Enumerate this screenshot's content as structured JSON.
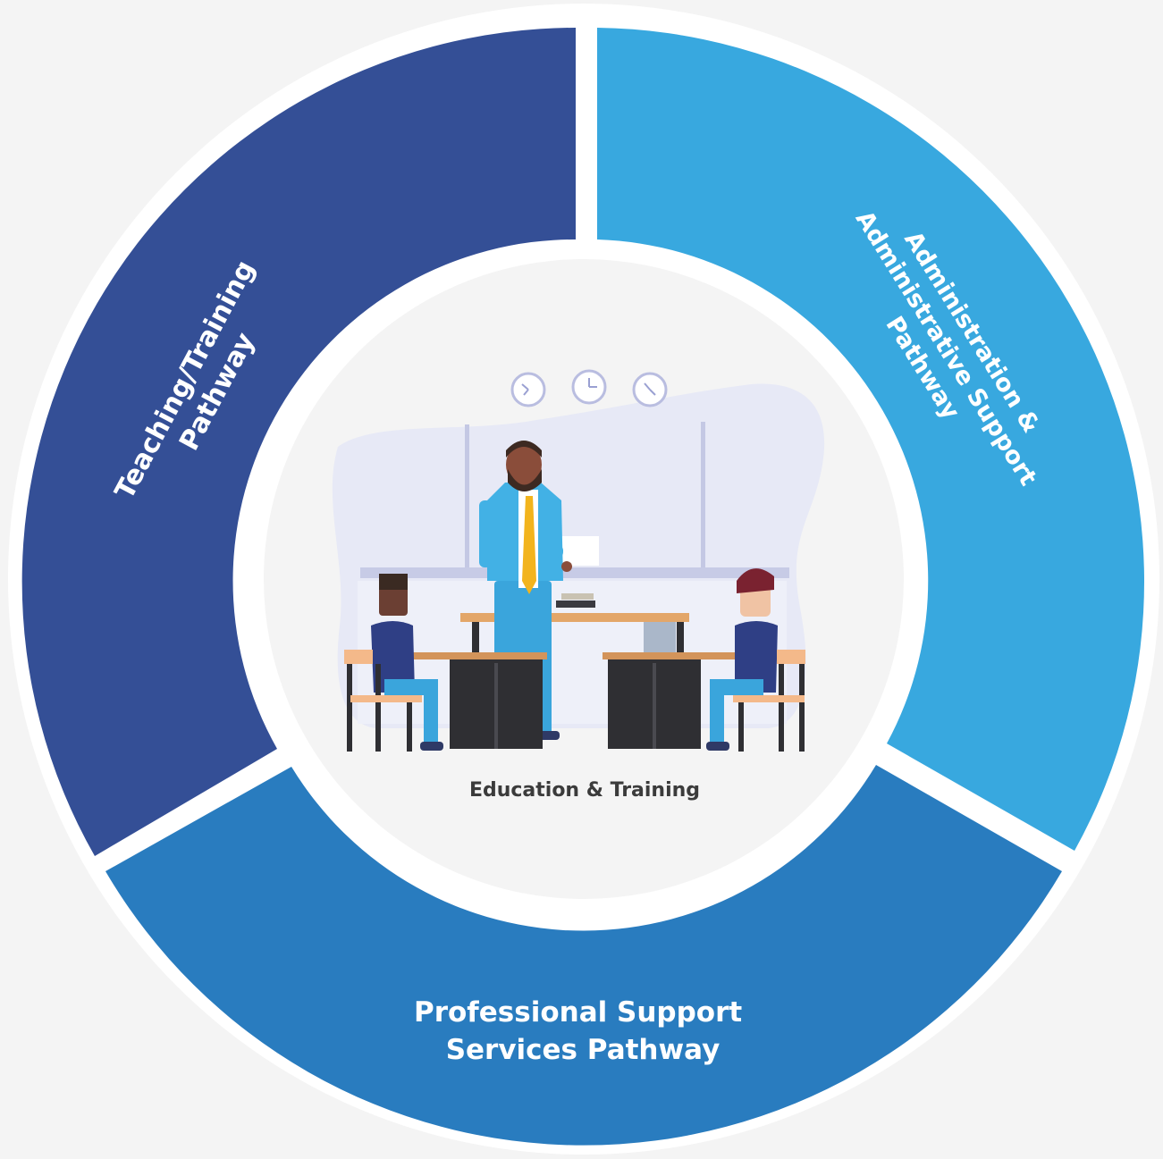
{
  "segments": [
    {
      "id": "teaching",
      "lines": [
        "Teaching/Training",
        "Pathway"
      ],
      "color": "#344f96"
    },
    {
      "id": "administration",
      "lines": [
        "Administration &",
        "Administrative Support",
        "Pathway"
      ],
      "color": "#38a8df"
    },
    {
      "id": "professional",
      "lines": [
        "Professional Support",
        "Services Pathway"
      ],
      "color": "#297cbf"
    }
  ],
  "center": {
    "title": "Education & Training",
    "illustration": "classroom-teacher-students-illustration"
  },
  "colors": {
    "background": "#f4f4f4",
    "ring_border": "#ffffff",
    "center_fill": "#f4f4f4",
    "title_text": "#3b3b3b"
  }
}
